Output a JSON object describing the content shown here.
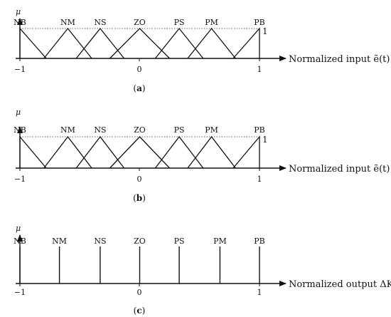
{
  "panels": [
    {
      "mu": "μ",
      "sets": [
        "NB",
        "NM",
        "NS",
        "ZO",
        "PS",
        "PM",
        "PB"
      ],
      "peaks": [
        -1,
        -0.6,
        -0.33,
        0,
        0.33,
        0.6,
        1
      ],
      "widths": [
        0.22,
        0.2,
        0.2,
        0.25,
        0.2,
        0.2,
        0.22
      ],
      "ticks": [
        "−1",
        "0",
        "1"
      ],
      "one_label": "1",
      "axis_label": "Normalized input ẽ(t)",
      "caption_open": "(",
      "caption_letter": "a",
      "caption_close": ")"
    },
    {
      "mu": "μ",
      "sets": [
        "NB",
        "NM",
        "NS",
        "ZO",
        "PS",
        "PM",
        "PB"
      ],
      "peaks": [
        -1,
        -0.6,
        -0.33,
        0,
        0.33,
        0.6,
        1
      ],
      "widths": [
        0.22,
        0.2,
        0.2,
        0.25,
        0.2,
        0.2,
        0.22
      ],
      "ticks": [
        "−1",
        "0",
        "1"
      ],
      "one_label": "1",
      "axis_label": "Normalized input ẽ(t)",
      "caption_open": "(",
      "caption_letter": "b",
      "caption_close": ")"
    },
    {
      "mu": "μ",
      "sets": [
        "NB",
        "NM",
        "NS",
        "ZO",
        "PS",
        "PM",
        "PB"
      ],
      "peaks": [
        -1,
        -0.67,
        -0.33,
        0,
        0.33,
        0.67,
        1
      ],
      "ticks": [
        "−1",
        "0",
        "1"
      ],
      "axis_label": "Normalized output ΔK",
      "caption_open": "(",
      "caption_letter": "c",
      "caption_close": ")"
    }
  ]
}
